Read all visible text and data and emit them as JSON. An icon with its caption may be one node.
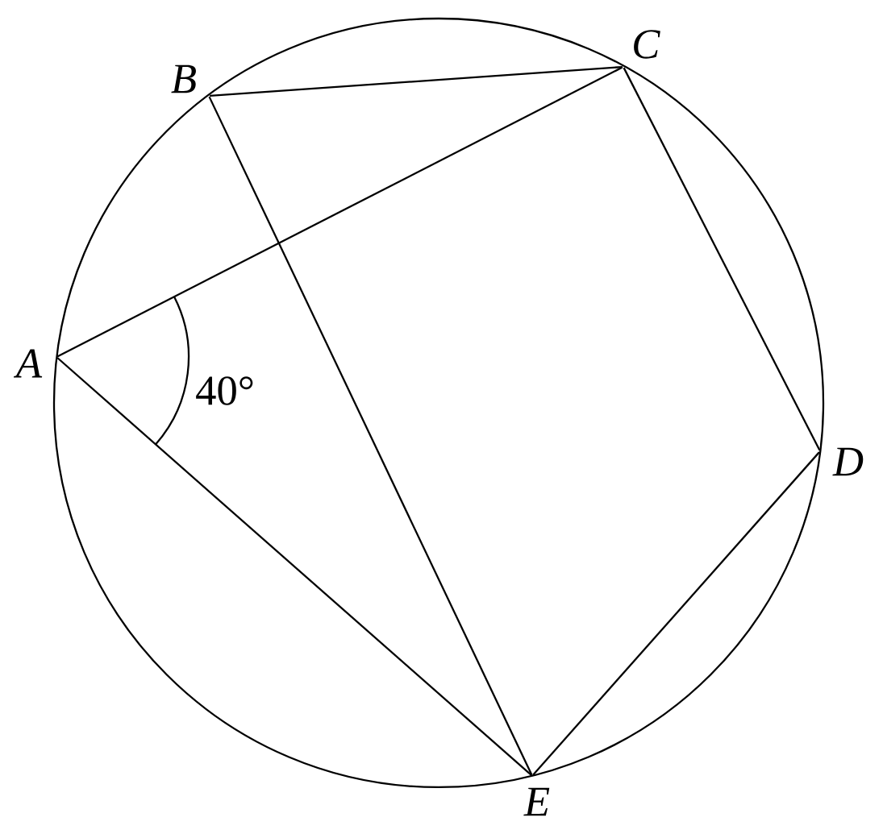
{
  "diagram": {
    "nodes": [
      {
        "text": [
          "*A*"
        ]
      },
      {
        "text": [
          "*B*"
        ]
      },
      {
        "text": [
          "*C*"
        ]
      },
      {
        "text": [
          "*D*"
        ]
      },
      {
        "text": [
          "*E*"
        ]
      }
    ],
    "edges": [
      {
        "from": 1,
        "to": 2,
        "arrow": "none"
      },
      {
        "from": 0,
        "to": 2,
        "arrow": "none"
      },
      {
        "from": 1,
        "to": 4,
        "arrow": "none"
      },
      {
        "from": 2,
        "to": 3,
        "arrow": "none"
      },
      {
        "from": 0,
        "to": 4,
        "arrow": "none"
      },
      {
        "from": 3,
        "to": 4,
        "arrow": "none"
      }
    ],
    "labels": [
      "40°"
    ]
  }
}
